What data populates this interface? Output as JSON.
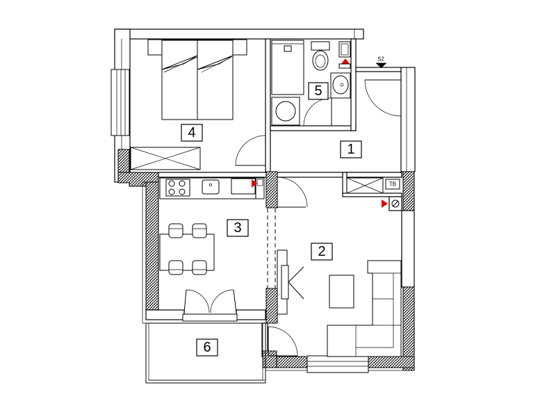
{
  "rooms": [
    {
      "id": "1",
      "label": "1"
    },
    {
      "id": "2",
      "label": "2"
    },
    {
      "id": "3",
      "label": "3"
    },
    {
      "id": "4",
      "label": "4"
    },
    {
      "id": "5",
      "label": "5"
    },
    {
      "id": "6",
      "label": "6"
    }
  ],
  "labels": {
    "section_marker": "S2",
    "tb_label": "TB"
  },
  "colors": {
    "line": "#000000",
    "marker": "#e00000",
    "background": "#ffffff"
  }
}
